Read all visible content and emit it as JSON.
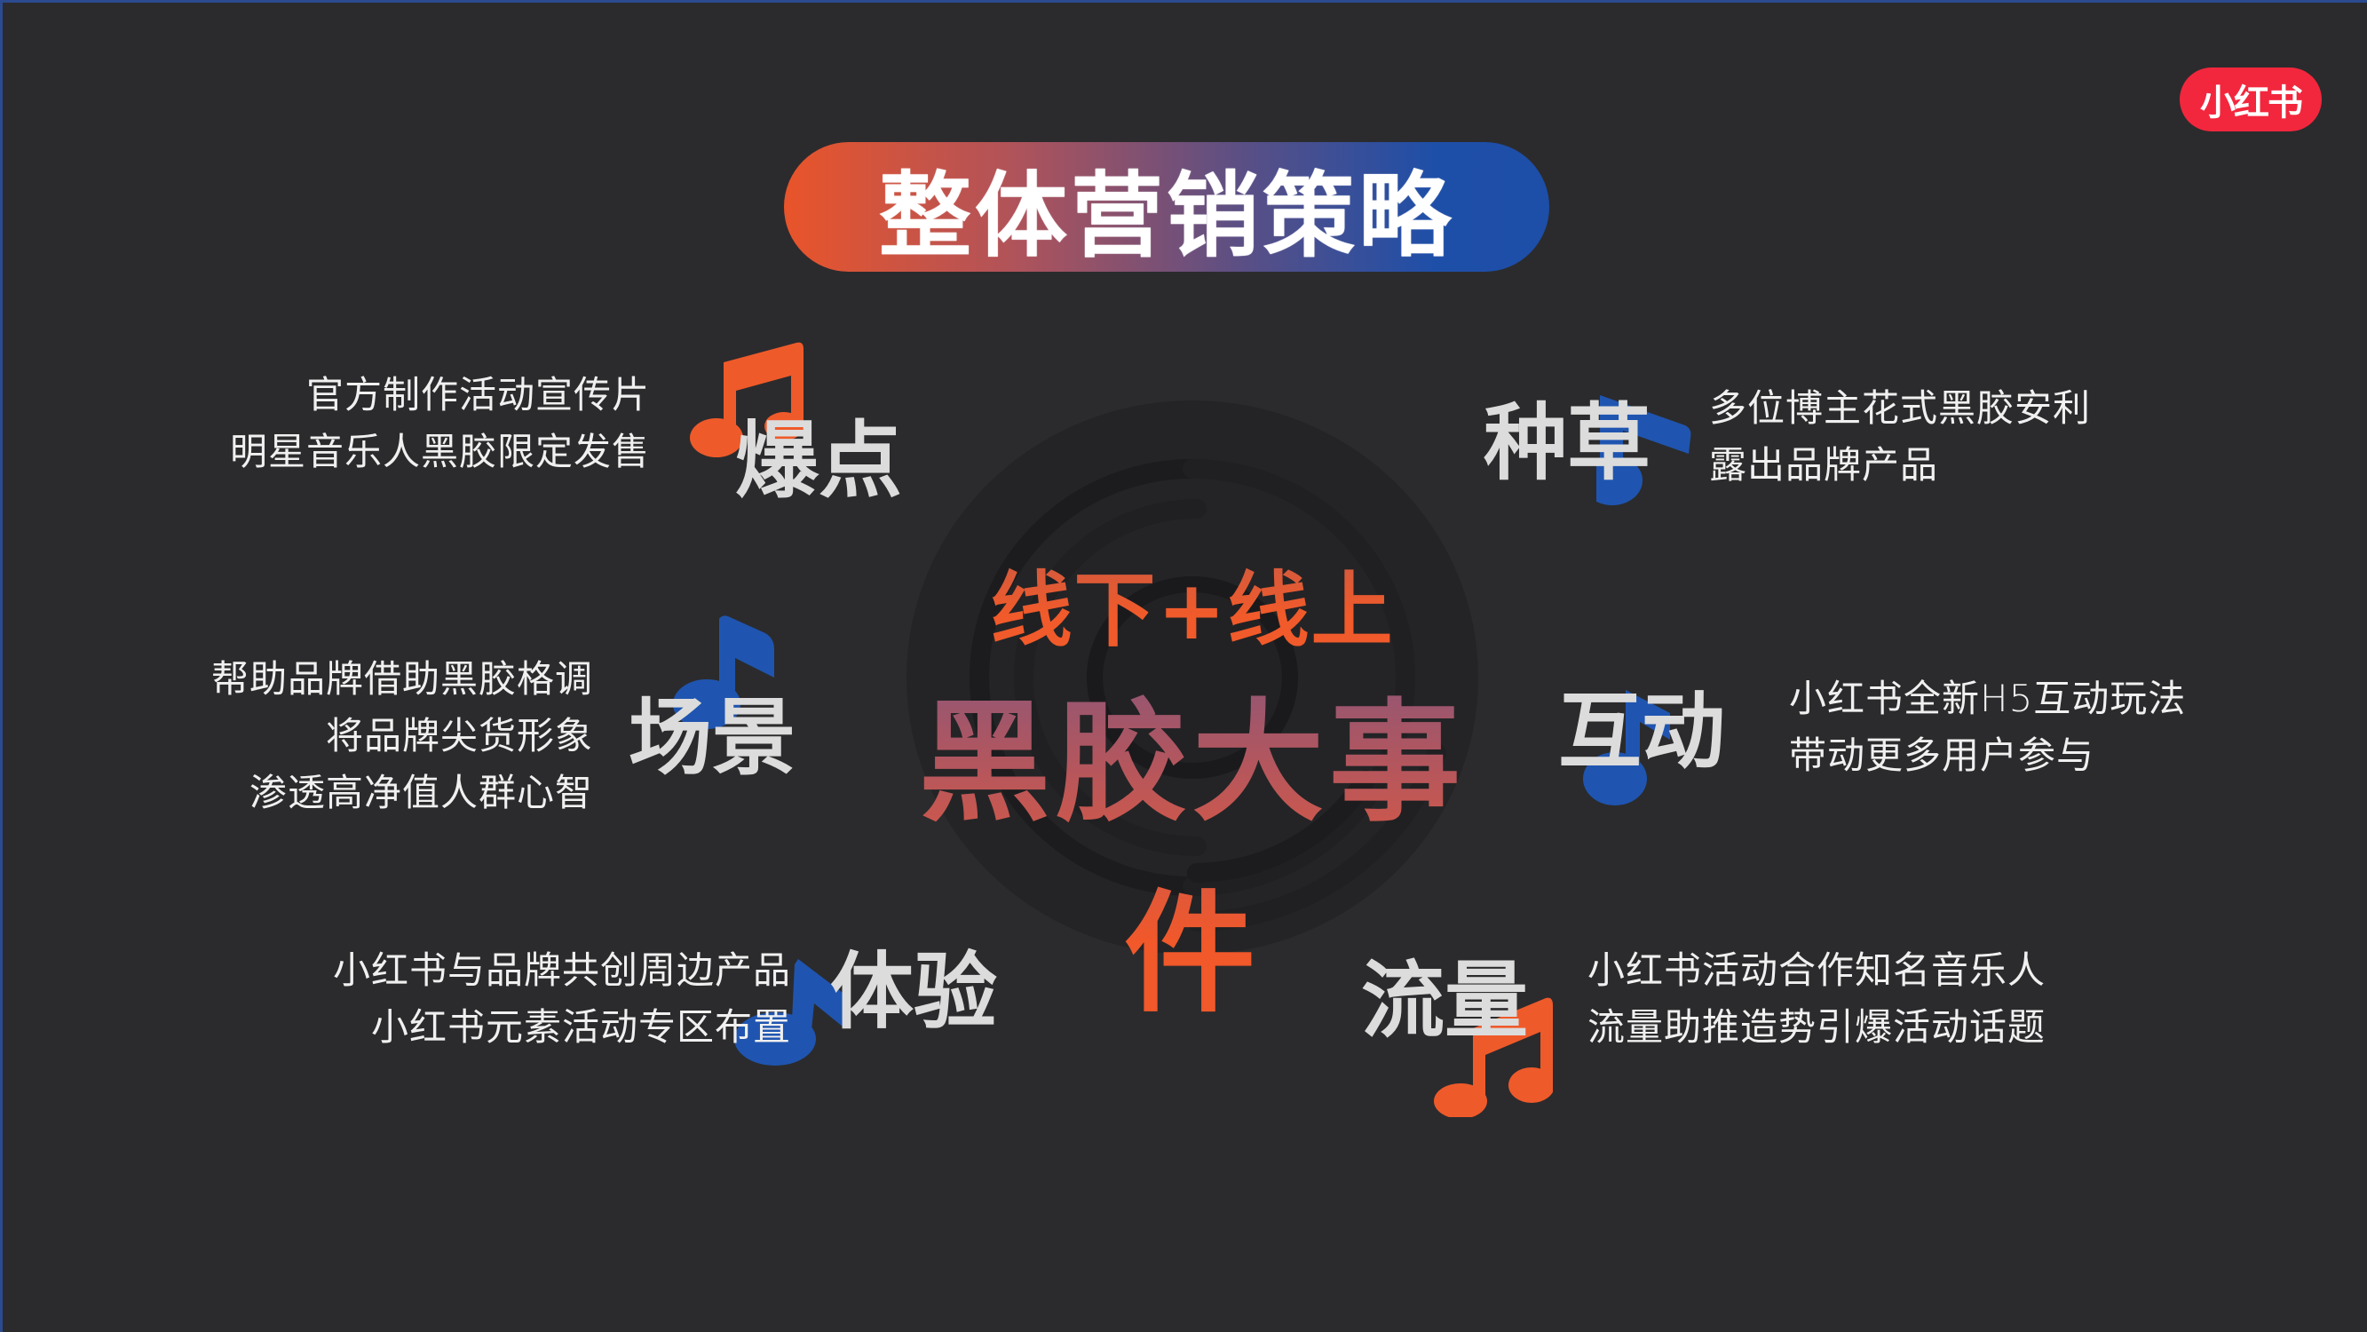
{
  "brand": {
    "logo_text": "小红书",
    "logo_color": "#f2273d"
  },
  "title": "整体营销策略",
  "center": {
    "subtitle": "线下+线上",
    "headline": "黑胶大事件"
  },
  "colors": {
    "background": "#2b2b2d",
    "accent_orange": "#f15a2a",
    "accent_blue": "#1f55b0",
    "tag_text": "#dcdcdc",
    "body_text": "#f0f0f0"
  },
  "strategies": [
    {
      "tag": "爆点",
      "note_color": "orange",
      "lines": [
        "官方制作活动宣传片",
        "明星音乐人黑胶限定发售"
      ]
    },
    {
      "tag": "种草",
      "note_color": "blue",
      "lines": [
        "多位博主花式黑胶安利",
        "露出品牌产品"
      ]
    },
    {
      "tag": "场景",
      "note_color": "blue",
      "lines": [
        "帮助品牌借助黑胶格调",
        "将品牌尖货形象",
        "渗透高净值人群心智"
      ]
    },
    {
      "tag": "互动",
      "note_color": "blue",
      "lines": [
        "小红书全新H5互动玩法",
        "带动更多用户参与"
      ]
    },
    {
      "tag": "体验",
      "note_color": "blue",
      "lines": [
        "小红书与品牌共创周边产品",
        "小红书元素活动专区布置"
      ]
    },
    {
      "tag": "流量",
      "note_color": "orange",
      "lines": [
        "小红书活动合作知名音乐人",
        "流量助推造势引爆活动话题"
      ]
    }
  ]
}
